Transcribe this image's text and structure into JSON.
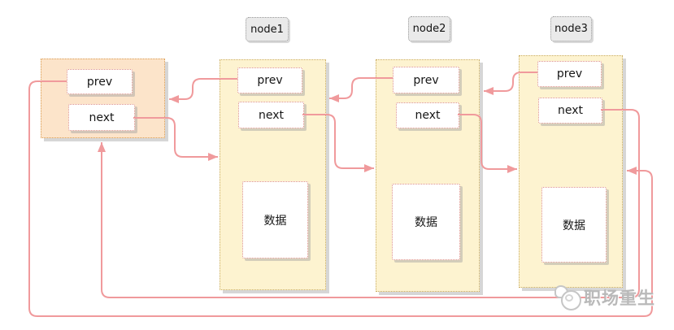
{
  "colors": {
    "arrow": "#f09a9c",
    "head-fill": "#fce4ca",
    "head-border": "#d99b50",
    "node-fill": "#fdf3d0",
    "node-border": "#c9ac62",
    "box-border": "#dd9087",
    "label-fill": "#eaeaea",
    "label-border": "#9a9a9a",
    "watermark": "#b9b9b9"
  },
  "diagram": {
    "head": {
      "prev": "prev",
      "next": "next"
    },
    "nodes": [
      {
        "label": "node1",
        "prev": "prev",
        "next": "next",
        "data": "数据"
      },
      {
        "label": "node2",
        "prev": "prev",
        "next": "next",
        "data": "数据"
      },
      {
        "label": "node3",
        "prev": "prev",
        "next": "next",
        "data": "数据"
      }
    ],
    "connections": [
      {
        "from": "head.prev",
        "to": "node3"
      },
      {
        "from": "head.next",
        "to": "node1"
      },
      {
        "from": "node1.prev",
        "to": "head"
      },
      {
        "from": "node1.next",
        "to": "node2"
      },
      {
        "from": "node2.prev",
        "to": "node1"
      },
      {
        "from": "node2.next",
        "to": "node3"
      },
      {
        "from": "node3.prev",
        "to": "node2"
      },
      {
        "from": "node3.next",
        "to": "head"
      }
    ],
    "watermark": "职场重生"
  }
}
